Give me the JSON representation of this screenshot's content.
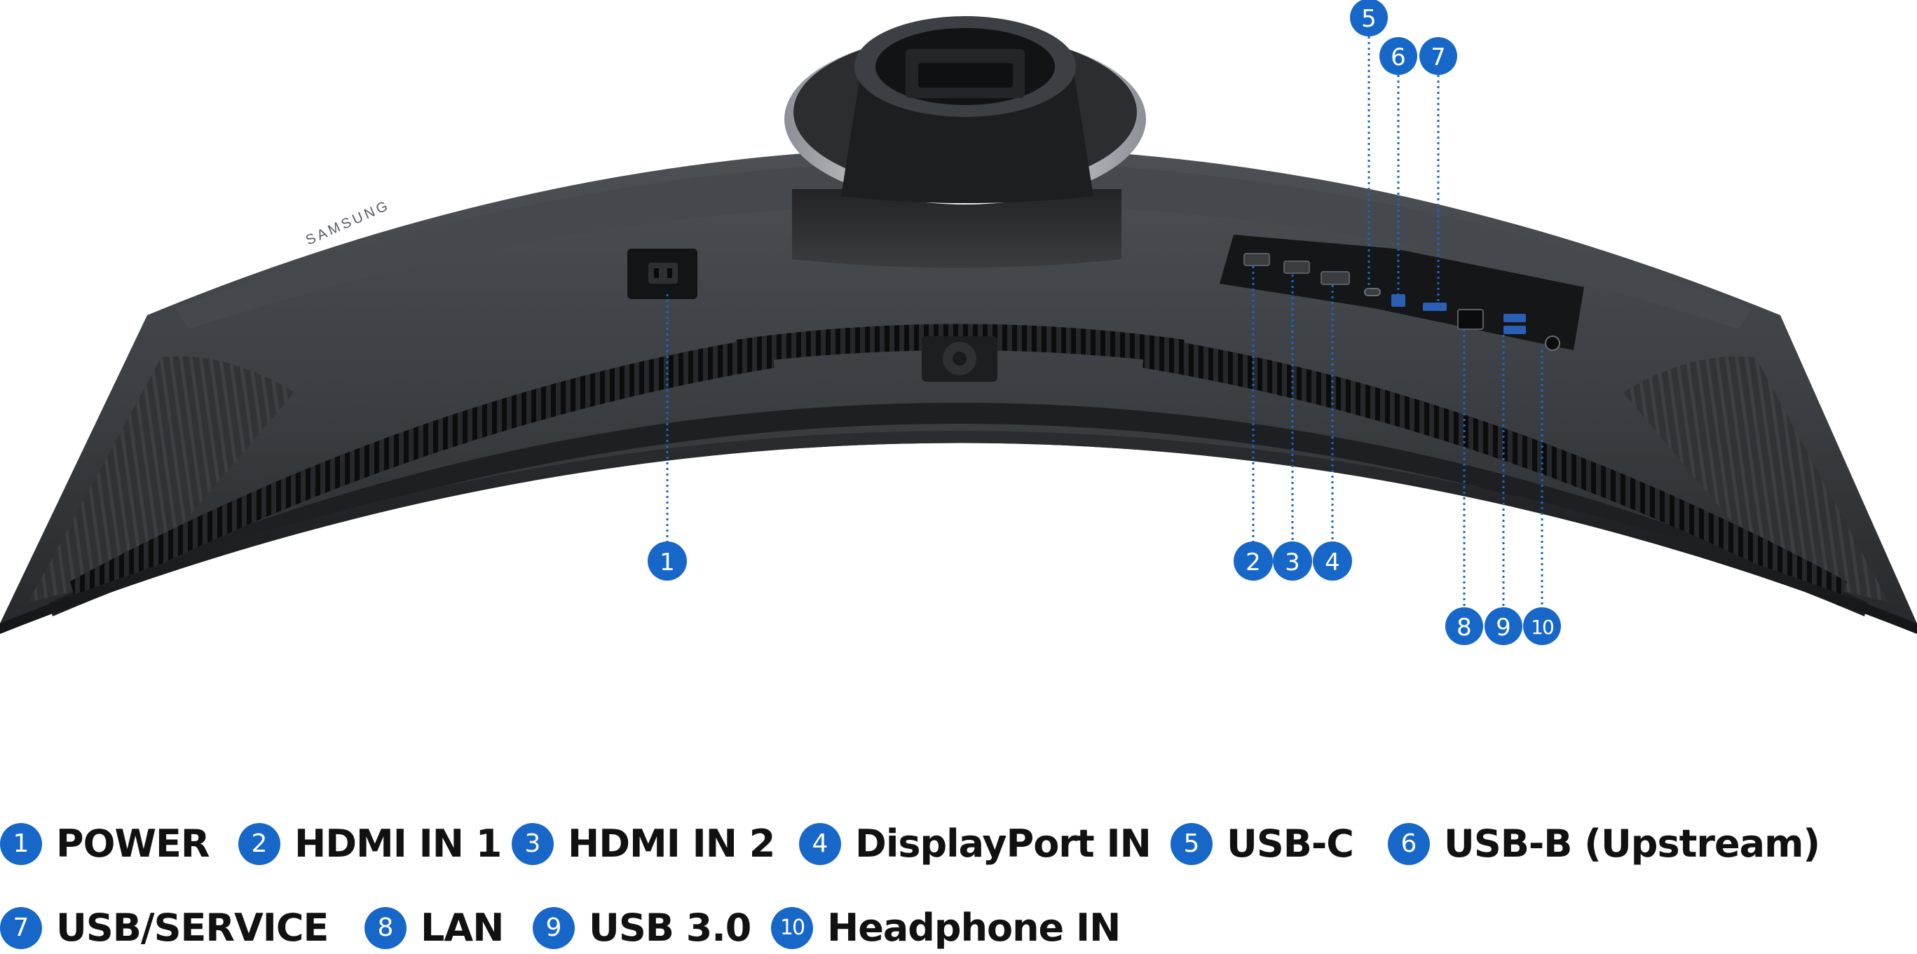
{
  "brand": "SAMSUNG",
  "callout_color": "#1767c9",
  "ports": [
    {
      "num": "1",
      "label": "POWER"
    },
    {
      "num": "2",
      "label": "HDMI IN 1"
    },
    {
      "num": "3",
      "label": "HDMI IN 2"
    },
    {
      "num": "4",
      "label": "DisplayPort IN"
    },
    {
      "num": "5",
      "label": "USB-C"
    },
    {
      "num": "6",
      "label": "USB-B (Upstream)"
    },
    {
      "num": "7",
      "label": "USB/SERVICE"
    },
    {
      "num": "8",
      "label": "LAN"
    },
    {
      "num": "9",
      "label": "USB 3.0"
    },
    {
      "num": "10",
      "label": "Headphone IN"
    }
  ]
}
